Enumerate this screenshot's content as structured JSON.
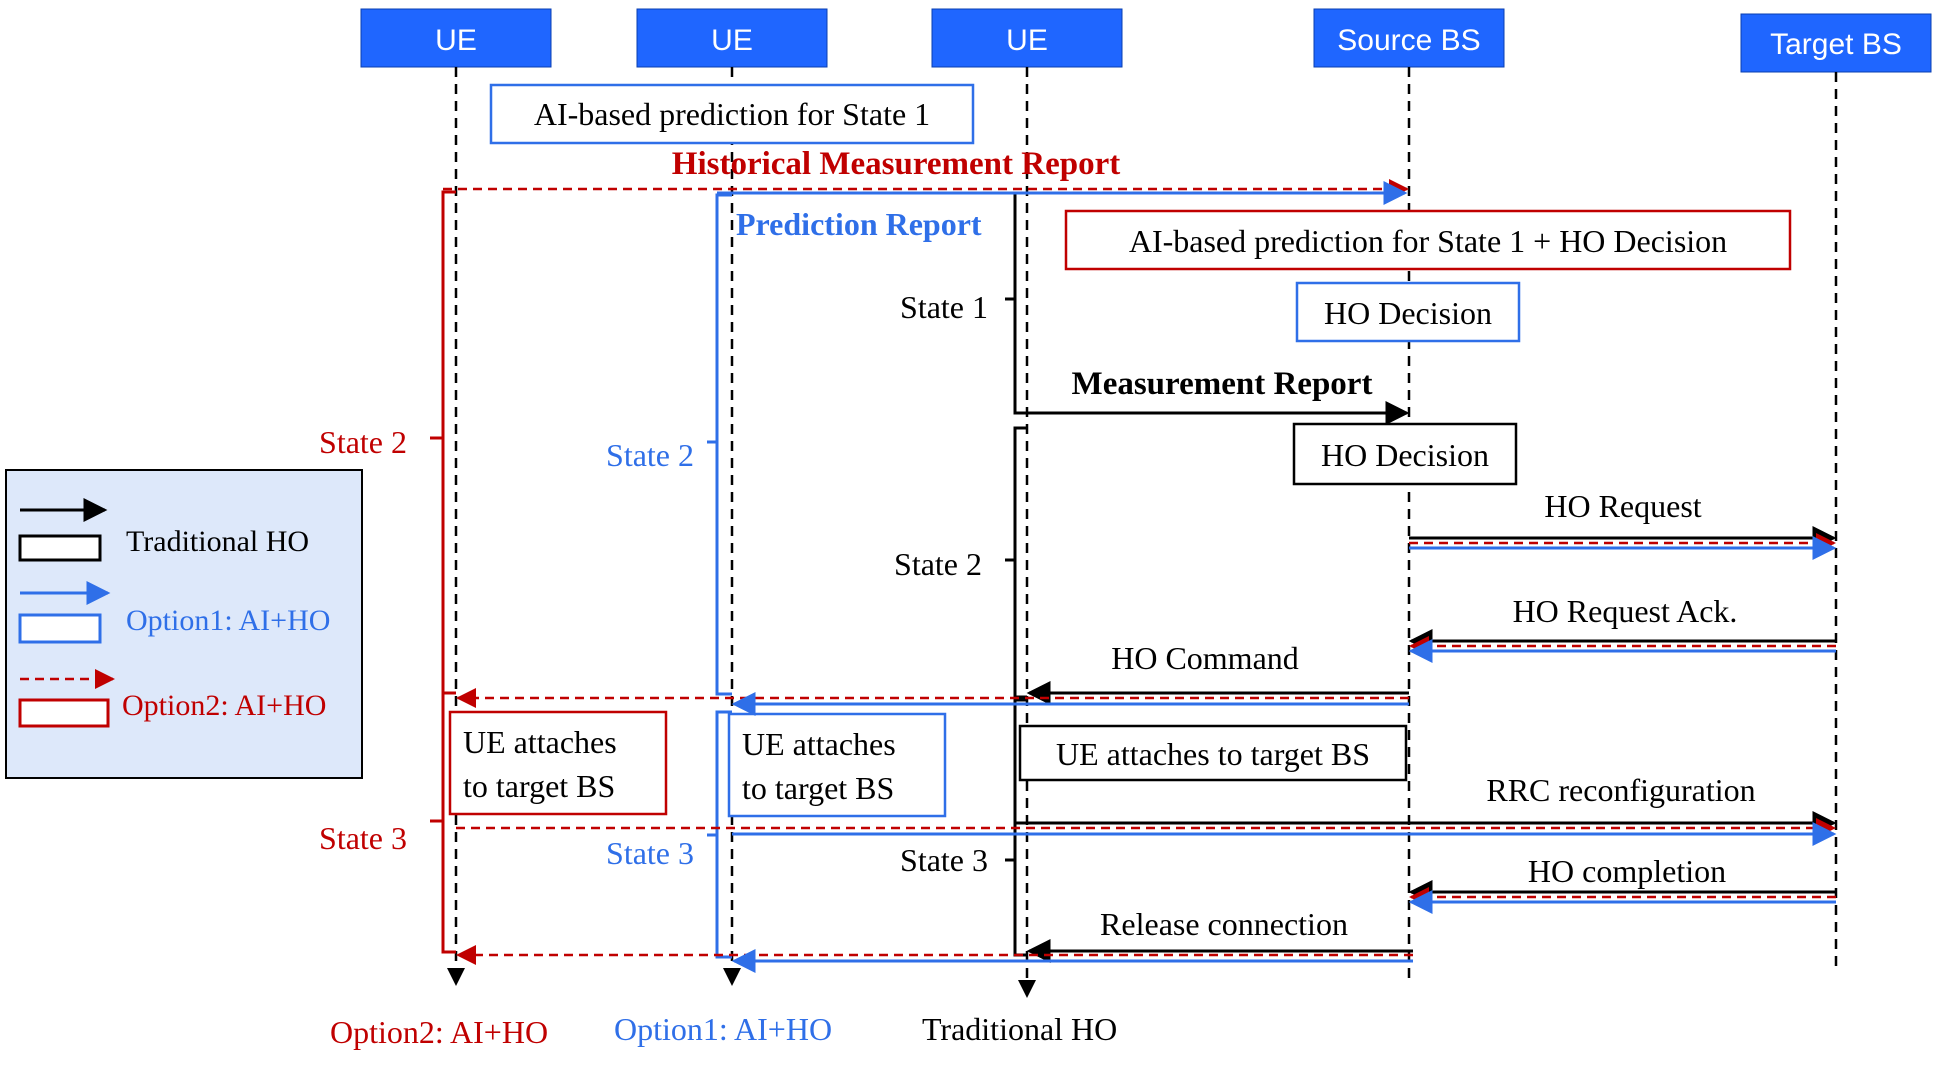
{
  "colors": {
    "black": "#000000",
    "blue": "#2f6fe8",
    "red": "#c00000",
    "header_fill": "#1f66ff",
    "legend_fill": "#dde8fa"
  },
  "entities": {
    "ue1": "UE",
    "ue2": "UE",
    "ue3": "UE",
    "source_bs": "Source BS",
    "target_bs": "Target BS"
  },
  "messages": {
    "historical_report": "Historical Measurement Report",
    "prediction_report": "Prediction Report",
    "measurement_report": "Measurement Report",
    "ho_request": "HO Request",
    "ho_request_ack": "HO Request Ack.",
    "ho_command": "HO Command",
    "rrc_reconfiguration": "RRC reconfiguration",
    "ho_completion": "HO completion",
    "release_connection": "Release connection"
  },
  "boxes": {
    "ai_prediction_ue": "AI-based prediction for State 1",
    "ai_prediction_bs": "AI-based prediction for State 1 + HO Decision",
    "ho_decision_blue": "HO Decision",
    "ho_decision_black": "HO Decision",
    "ue_attaches_red": [
      "UE   attaches",
      "to target BS"
    ],
    "ue_attaches_blue": [
      "UE   attaches",
      "to target BS"
    ],
    "ue_attaches_black": "UE attaches to target BS"
  },
  "states": {
    "opt2_state2": "State 2",
    "opt2_state3": "State 3",
    "opt1_state2": "State 2",
    "opt1_state3": "State 3",
    "trad_state1": "State 1",
    "trad_state2": "State 2",
    "trad_state3": "State 3"
  },
  "legend": {
    "traditional": "Traditional HO",
    "option1": "Option1: AI+HO",
    "option2": "Option2: AI+HO"
  },
  "bottom_labels": {
    "option2": "Option2: AI+HO",
    "option1": "Option1: AI+HO",
    "traditional": "Traditional HO"
  }
}
